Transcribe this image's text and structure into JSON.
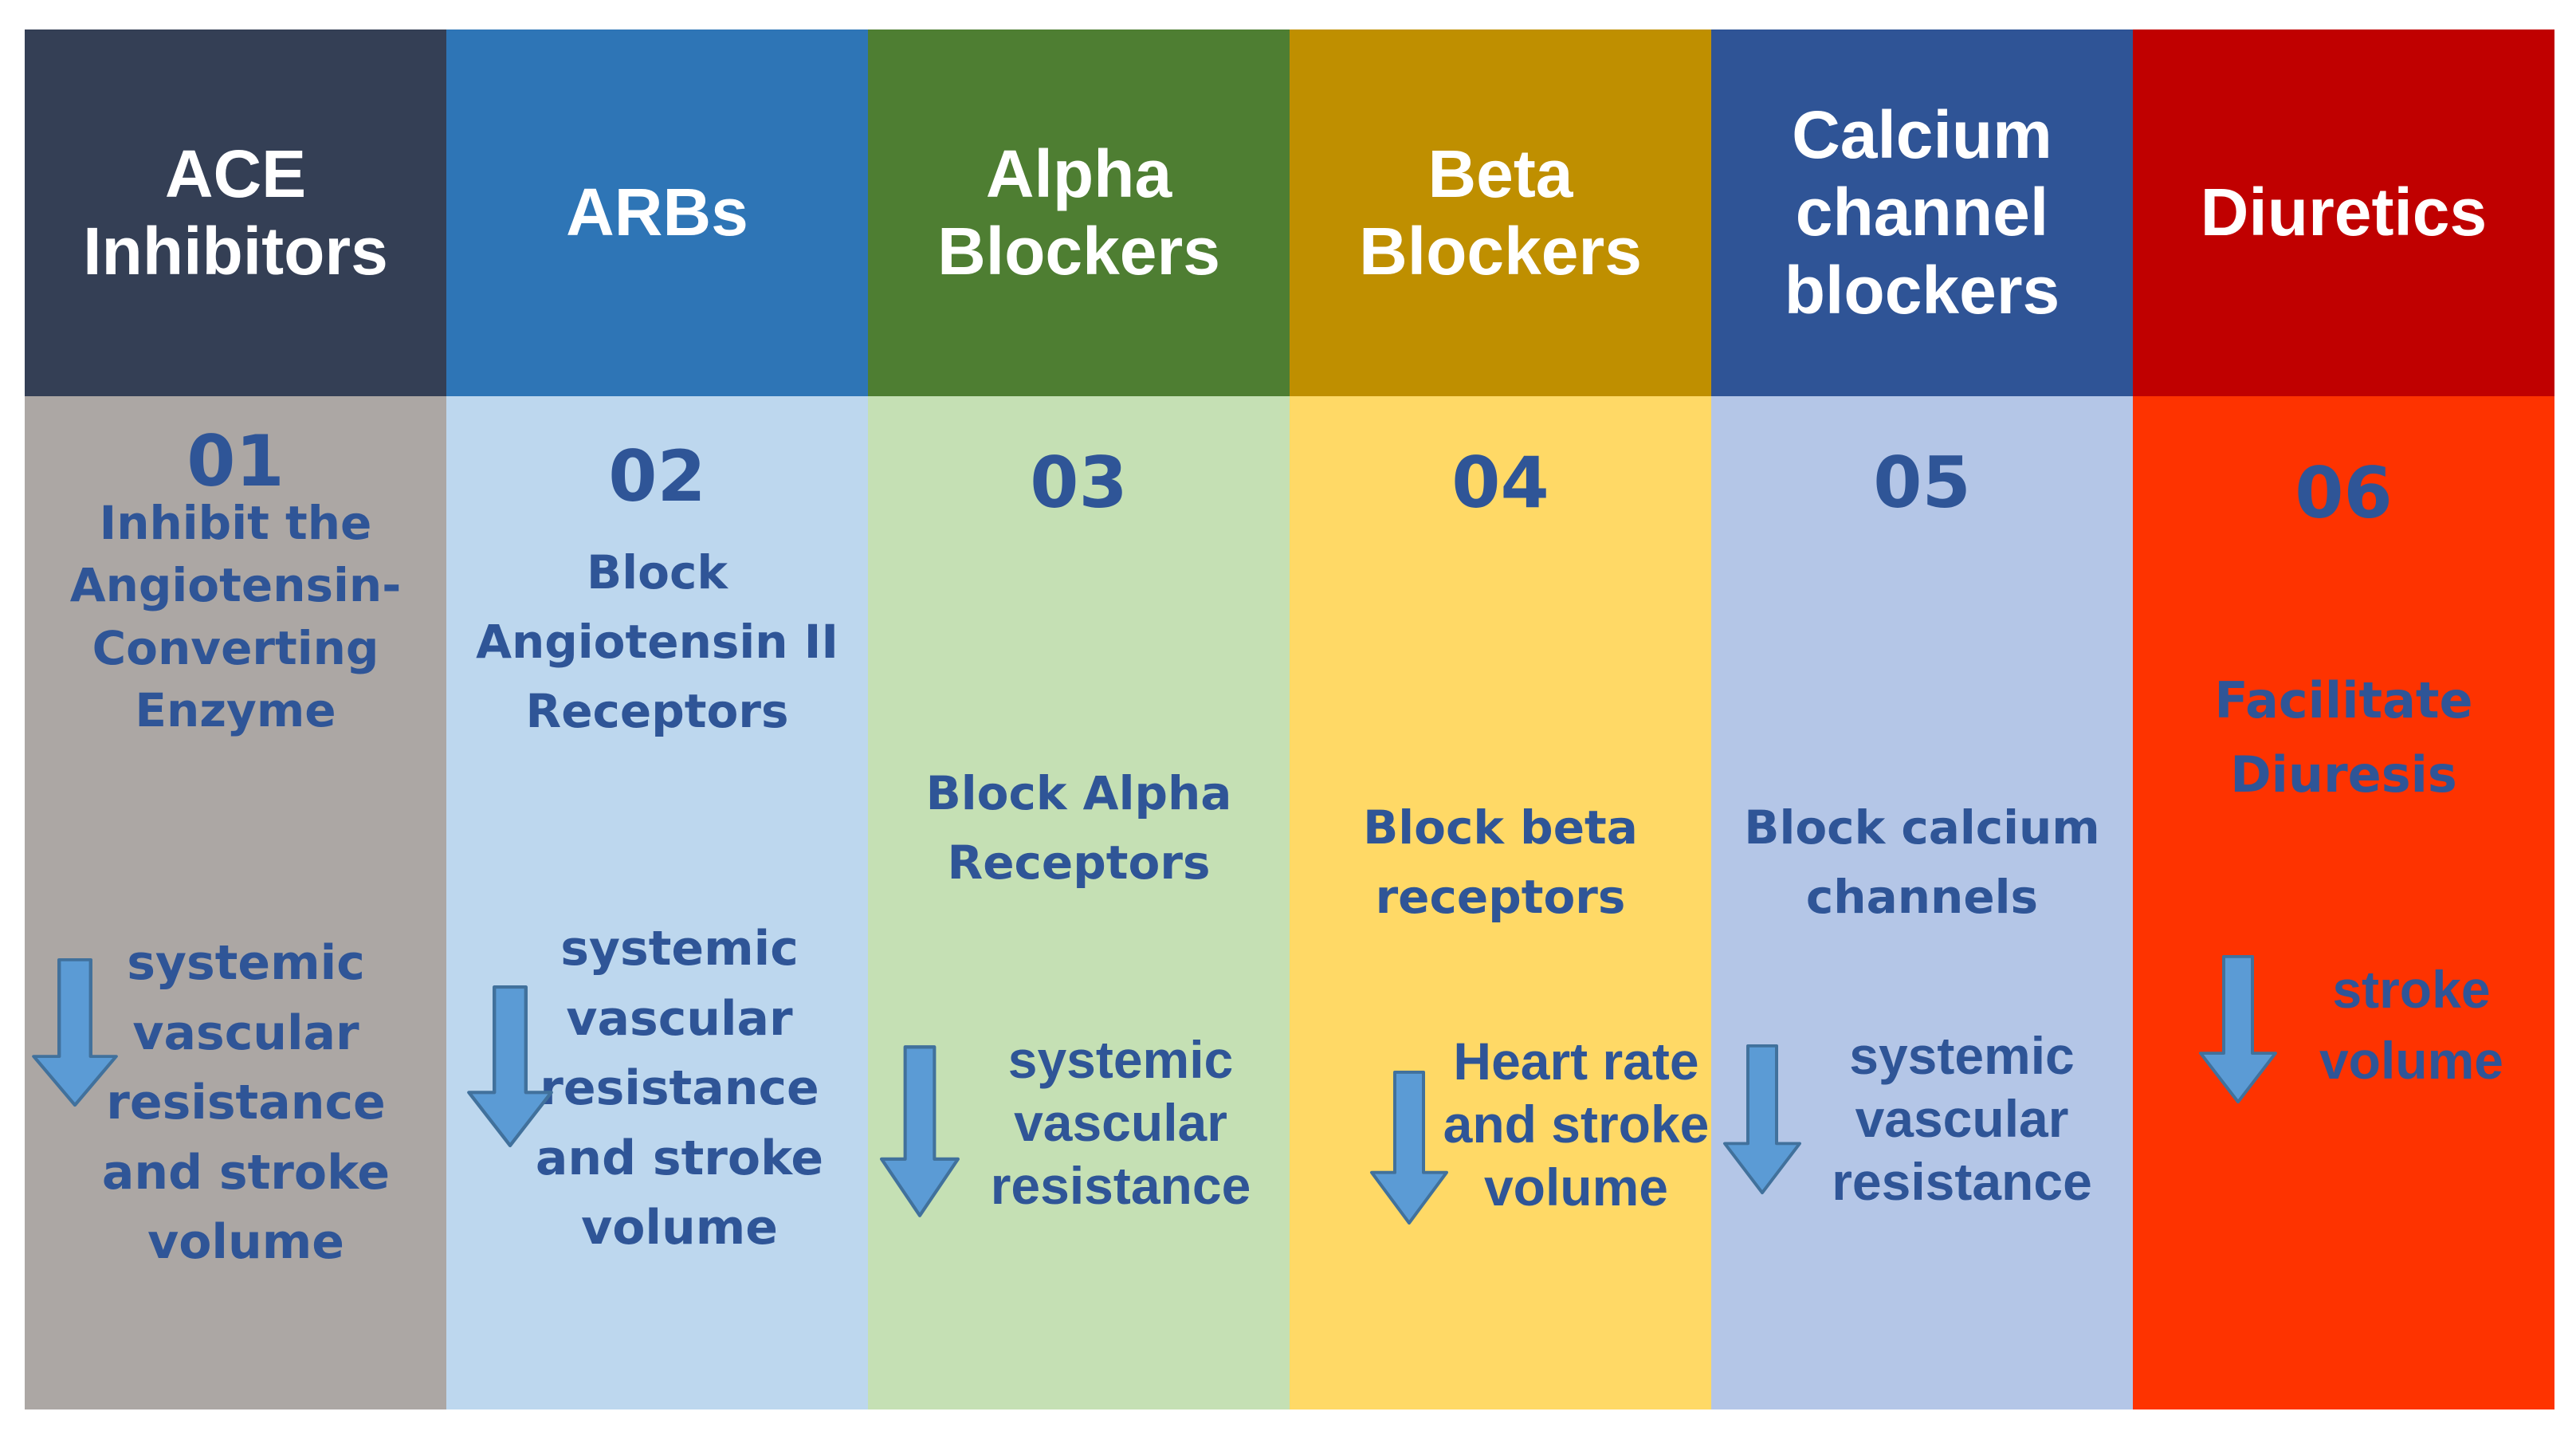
{
  "title": "Antihypertensive drug classes — mechanisms and hemodynamic effects",
  "colors": {
    "page_bg": "#FFFFFF",
    "header_text": "#FFFFFF",
    "body_text": "#2F5597",
    "arrow_fill": "#5B9BD5",
    "arrow_stroke": "#41719C"
  },
  "icons": {
    "down_arrow": "block-style downward arrow meaning decrease"
  },
  "columns": [
    {
      "name": "ACE Inhibitors",
      "header": "ACE\nInhibitors",
      "number": "01",
      "mechanism": "Inhibit the\nAngiotensin-\nConverting\nEnzyme",
      "effect": "systemic\nvascular\nresistance\nand stroke\nvolume",
      "header_bg": "#343F55",
      "body_bg": "#ACA7A4"
    },
    {
      "name": "ARBs",
      "header": "ARBs",
      "number": "02",
      "mechanism": "Block\nAngiotensin II\nReceptors",
      "effect": "systemic\nvascular\nresistance\nand stroke\nvolume",
      "header_bg": "#2E75B6",
      "body_bg": "#BDD7EE"
    },
    {
      "name": "Alpha Blockers",
      "header": "Alpha\nBlockers",
      "number": "03",
      "mechanism": "Block Alpha\nReceptors",
      "effect": "systemic\nvascular\nresistance",
      "header_bg": "#4E7E32",
      "body_bg": "#C5E0B4"
    },
    {
      "name": "Beta Blockers",
      "header": "Beta\nBlockers",
      "number": "04",
      "mechanism": "Block beta\nreceptors",
      "effect": "Heart rate\nand stroke\nvolume",
      "header_bg": "#BF8F00",
      "body_bg": "#FFD966"
    },
    {
      "name": "Calcium channel blockers",
      "header": "Calcium\nchannel\nblockers",
      "number": "05",
      "mechanism": "Block calcium\nchannels",
      "effect": "systemic\nvascular\nresistance",
      "header_bg": "#2F5496",
      "body_bg": "#B4C6E7"
    },
    {
      "name": "Diuretics",
      "header": "Diuretics",
      "number": "06",
      "mechanism": "Facilitate\nDiuresis",
      "effect": "stroke\nvolume",
      "header_bg": "#C00000",
      "body_bg": "#FE3300"
    }
  ]
}
